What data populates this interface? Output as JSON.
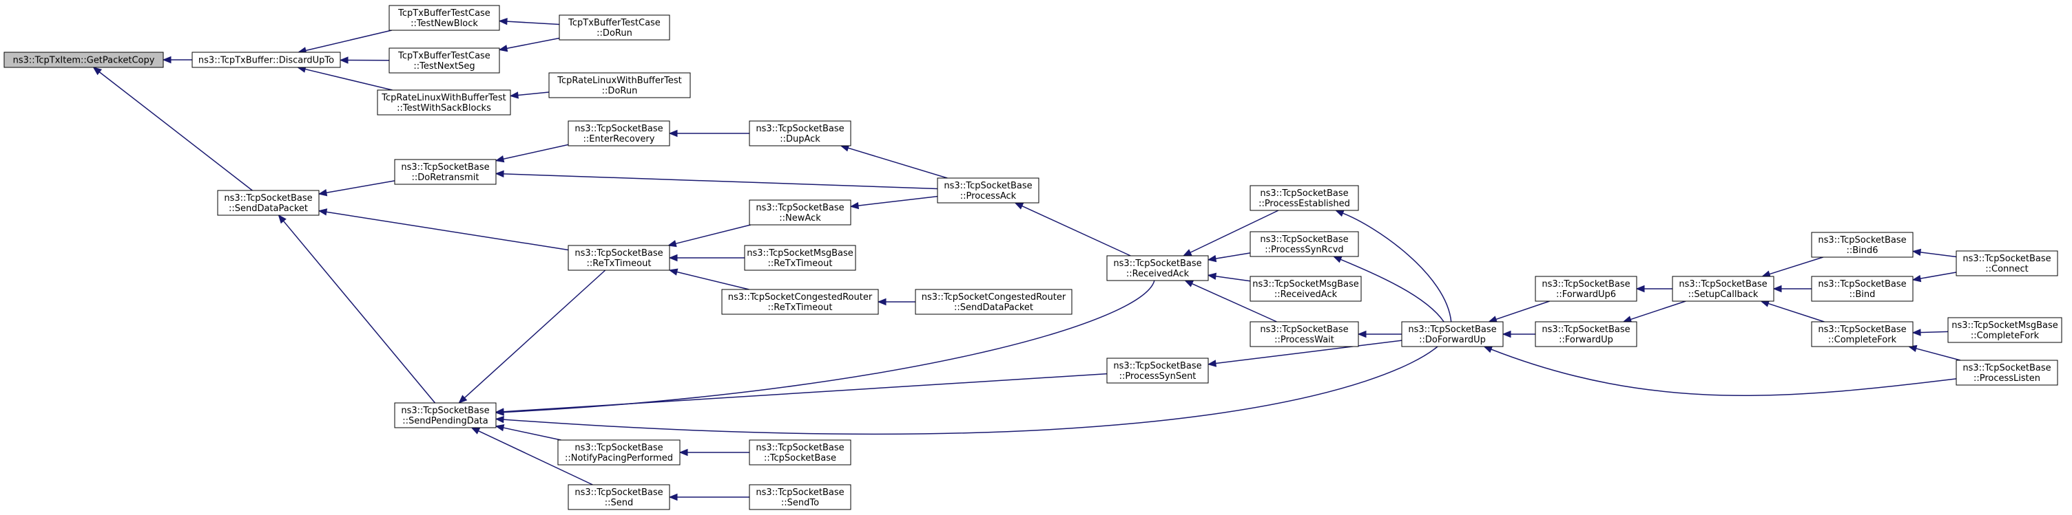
{
  "colors": {
    "node_fill": "#ffffff",
    "focus_fill": "#bfbfbf",
    "border": "#000000",
    "edge": "#191970"
  },
  "nodes": [
    {
      "id": "getpacketcopy",
      "lines": [
        "ns3::TcpTxItem::GetPacketCopy"
      ],
      "focus": true
    },
    {
      "id": "discardupto",
      "lines": [
        "ns3::TcpTxBuffer::DiscardUpTo"
      ]
    },
    {
      "id": "testnewblock",
      "lines": [
        "TcpTxBufferTestCase",
        "::TestNewBlock"
      ]
    },
    {
      "id": "testnextseg",
      "lines": [
        "TcpTxBufferTestCase",
        "::TestNextSeg"
      ]
    },
    {
      "id": "testwithsackblocks",
      "lines": [
        "TcpRateLinuxWithBufferTest",
        "::TestWithSackBlocks"
      ]
    },
    {
      "id": "txbufdorun",
      "lines": [
        "TcpTxBufferTestCase",
        "::DoRun"
      ]
    },
    {
      "id": "ratelinuxdorun",
      "lines": [
        "TcpRateLinuxWithBufferTest",
        "::DoRun"
      ]
    },
    {
      "id": "senddatapacket",
      "lines": [
        "ns3::TcpSocketBase",
        "::SendDataPacket"
      ]
    },
    {
      "id": "doretransmit",
      "lines": [
        "ns3::TcpSocketBase",
        "::DoRetransmit"
      ]
    },
    {
      "id": "enterrecovery",
      "lines": [
        "ns3::TcpSocketBase",
        "::EnterRecovery"
      ]
    },
    {
      "id": "dupack",
      "lines": [
        "ns3::TcpSocketBase",
        "::DupAck"
      ]
    },
    {
      "id": "processack",
      "lines": [
        "ns3::TcpSocketBase",
        "::ProcessAck"
      ]
    },
    {
      "id": "retxtimeout",
      "lines": [
        "ns3::TcpSocketBase",
        "::ReTxTimeout"
      ]
    },
    {
      "id": "newack",
      "lines": [
        "ns3::TcpSocketBase",
        "::NewAck"
      ]
    },
    {
      "id": "msgretxtimeout",
      "lines": [
        "ns3::TcpSocketMsgBase",
        "::ReTxTimeout"
      ]
    },
    {
      "id": "congretxtimeout",
      "lines": [
        "ns3::TcpSocketCongestedRouter",
        "::ReTxTimeout"
      ]
    },
    {
      "id": "congsenddatapacket",
      "lines": [
        "ns3::TcpSocketCongestedRouter",
        "::SendDataPacket"
      ]
    },
    {
      "id": "sendpendingdata",
      "lines": [
        "ns3::TcpSocketBase",
        "::SendPendingData"
      ]
    },
    {
      "id": "notifypacing",
      "lines": [
        "ns3::TcpSocketBase",
        "::NotifyPacingPerformed"
      ]
    },
    {
      "id": "ctor",
      "lines": [
        "ns3::TcpSocketBase",
        "::TcpSocketBase"
      ]
    },
    {
      "id": "send",
      "lines": [
        "ns3::TcpSocketBase",
        "::Send"
      ]
    },
    {
      "id": "sendto",
      "lines": [
        "ns3::TcpSocketBase",
        "::SendTo"
      ]
    },
    {
      "id": "receivedack",
      "lines": [
        "ns3::TcpSocketBase",
        "::ReceivedAck"
      ]
    },
    {
      "id": "processestablished",
      "lines": [
        "ns3::TcpSocketBase",
        "::ProcessEstablished"
      ]
    },
    {
      "id": "processsynrcvd",
      "lines": [
        "ns3::TcpSocketBase",
        "::ProcessSynRcvd"
      ]
    },
    {
      "id": "msgreceivedack",
      "lines": [
        "ns3::TcpSocketMsgBase",
        "::ReceivedAck"
      ]
    },
    {
      "id": "processwait",
      "lines": [
        "ns3::TcpSocketBase",
        "::ProcessWait"
      ]
    },
    {
      "id": "processsynsent",
      "lines": [
        "ns3::TcpSocketBase",
        "::ProcessSynSent"
      ]
    },
    {
      "id": "doforwardup",
      "lines": [
        "ns3::TcpSocketBase",
        "::DoForwardUp"
      ]
    },
    {
      "id": "forwardup6",
      "lines": [
        "ns3::TcpSocketBase",
        "::ForwardUp6"
      ]
    },
    {
      "id": "forwardup",
      "lines": [
        "ns3::TcpSocketBase",
        "::ForwardUp"
      ]
    },
    {
      "id": "setupcallback",
      "lines": [
        "ns3::TcpSocketBase",
        "::SetupCallback"
      ]
    },
    {
      "id": "bind6",
      "lines": [
        "ns3::TcpSocketBase",
        "::Bind6"
      ]
    },
    {
      "id": "bind",
      "lines": [
        "ns3::TcpSocketBase",
        "::Bind"
      ]
    },
    {
      "id": "completefork",
      "lines": [
        "ns3::TcpSocketBase",
        "::CompleteFork"
      ]
    },
    {
      "id": "connect",
      "lines": [
        "ns3::TcpSocketBase",
        "::Connect"
      ]
    },
    {
      "id": "msgcompletefork",
      "lines": [
        "ns3::TcpSocketMsgBase",
        "::CompleteFork"
      ]
    },
    {
      "id": "processlisten",
      "lines": [
        "ns3::TcpSocketBase",
        "::ProcessListen"
      ]
    }
  ],
  "edges": [
    {
      "from": "discardupto",
      "to": "getpacketcopy"
    },
    {
      "from": "senddatapacket",
      "to": "getpacketcopy"
    },
    {
      "from": "testnewblock",
      "to": "discardupto"
    },
    {
      "from": "testnextseg",
      "to": "discardupto"
    },
    {
      "from": "testwithsackblocks",
      "to": "discardupto"
    },
    {
      "from": "txbufdorun",
      "to": "testnewblock"
    },
    {
      "from": "txbufdorun",
      "to": "testnextseg"
    },
    {
      "from": "ratelinuxdorun",
      "to": "testwithsackblocks"
    },
    {
      "from": "doretransmit",
      "to": "senddatapacket"
    },
    {
      "from": "retxtimeout",
      "to": "senddatapacket"
    },
    {
      "from": "sendpendingdata",
      "to": "senddatapacket"
    },
    {
      "from": "enterrecovery",
      "to": "doretransmit"
    },
    {
      "from": "processack",
      "to": "doretransmit"
    },
    {
      "from": "dupack",
      "to": "enterrecovery"
    },
    {
      "from": "processack",
      "to": "dupack"
    },
    {
      "from": "receivedack",
      "to": "processack"
    },
    {
      "from": "newack",
      "to": "retxtimeout"
    },
    {
      "from": "msgretxtimeout",
      "to": "retxtimeout"
    },
    {
      "from": "congretxtimeout",
      "to": "retxtimeout"
    },
    {
      "from": "processack",
      "to": "newack"
    },
    {
      "from": "congsenddatapacket",
      "to": "congretxtimeout"
    },
    {
      "from": "retxtimeout",
      "to": "sendpendingdata"
    },
    {
      "from": "receivedack",
      "to": "sendpendingdata"
    },
    {
      "from": "processsynsent",
      "to": "sendpendingdata"
    },
    {
      "from": "doforwardup",
      "to": "sendpendingdata"
    },
    {
      "from": "notifypacing",
      "to": "sendpendingdata"
    },
    {
      "from": "send",
      "to": "sendpendingdata"
    },
    {
      "from": "ctor",
      "to": "notifypacing"
    },
    {
      "from": "sendto",
      "to": "send"
    },
    {
      "from": "processestablished",
      "to": "receivedack"
    },
    {
      "from": "processsynrcvd",
      "to": "receivedack"
    },
    {
      "from": "msgreceivedack",
      "to": "receivedack"
    },
    {
      "from": "processwait",
      "to": "receivedack"
    },
    {
      "from": "doforwardup",
      "to": "processestablished"
    },
    {
      "from": "doforwardup",
      "to": "processsynrcvd"
    },
    {
      "from": "doforwardup",
      "to": "processwait"
    },
    {
      "from": "doforwardup",
      "to": "processsynsent"
    },
    {
      "from": "forwardup6",
      "to": "doforwardup"
    },
    {
      "from": "forwardup",
      "to": "doforwardup"
    },
    {
      "from": "processlisten",
      "to": "doforwardup"
    },
    {
      "from": "setupcallback",
      "to": "forwardup6"
    },
    {
      "from": "setupcallback",
      "to": "forwardup"
    },
    {
      "from": "bind6",
      "to": "setupcallback"
    },
    {
      "from": "bind",
      "to": "setupcallback"
    },
    {
      "from": "completefork",
      "to": "setupcallback"
    },
    {
      "from": "connect",
      "to": "bind6"
    },
    {
      "from": "connect",
      "to": "bind"
    },
    {
      "from": "msgcompletefork",
      "to": "completefork"
    },
    {
      "from": "processlisten",
      "to": "completefork"
    }
  ]
}
